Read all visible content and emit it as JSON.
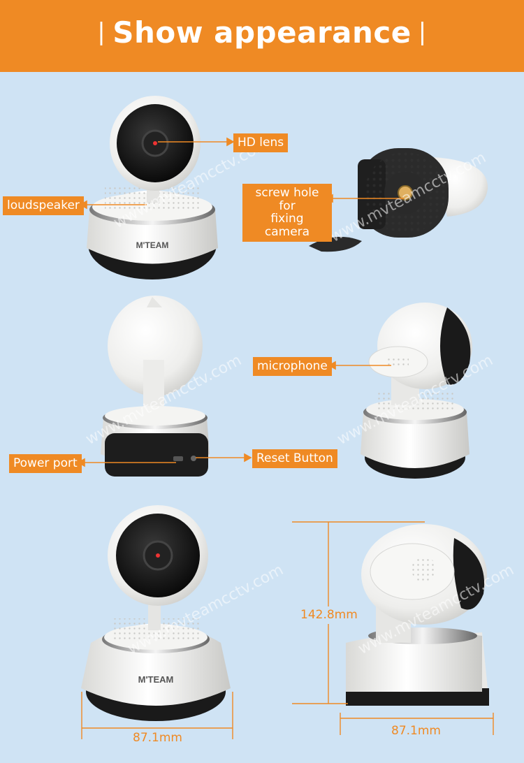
{
  "header": {
    "title": "Show appearance"
  },
  "callouts": {
    "hd_lens": "HD lens",
    "loudspeaker": "loudspeaker",
    "screw_hole_line1": "screw hole for",
    "screw_hole_line2": "fixing camera",
    "microphone": "microphone",
    "power_port": "Power port",
    "reset_button": "Reset Button"
  },
  "dimensions": {
    "height": "142.8mm",
    "width_front": "87.1mm",
    "width_side": "87.1mm"
  },
  "brand": {
    "logo_text": "M'TEAM",
    "watermark": "www.mvteamcctv.com"
  },
  "colors": {
    "accent": "#ef8a24",
    "background": "#cfe3f4"
  }
}
